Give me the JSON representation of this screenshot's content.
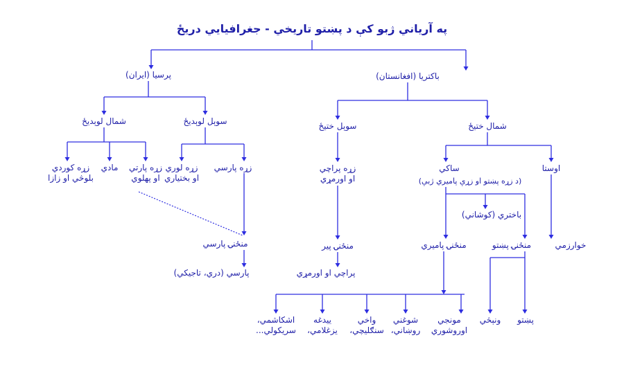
{
  "title": "په آریاني ژبو کې د پښتو تاریخي - جغرافیایي دریځ",
  "colors": {
    "line": "#2d2de0",
    "text": "#1f1fa8",
    "background": "#ffffff"
  },
  "nodes": {
    "persia": "پرسیا (ایران)",
    "bactria": "باکتریا (افغانستان)",
    "persia_north": "شمال لوېدیځ",
    "persia_south": "سوېل لوېدیځ",
    "bactria_south": "سوېل ختیځ",
    "bactria_north": "شمال ختیځ",
    "kurdish": [
      "زړه کوردي",
      "بلوڅي او زازا"
    ],
    "median": "مادي",
    "parthian": [
      "زړه پارتي",
      "او پهلوي"
    ],
    "old_lori": [
      "زړه لوري",
      "او بختیاري"
    ],
    "old_persian": "زړه پارسي",
    "old_paraci": [
      "زړه پراچي",
      "او اورمړي"
    ],
    "saki": "ساکي",
    "saki_note": "(د زړه پښتو او زړې پامیري ژبې)",
    "avesta": "اوستا",
    "bactrian": "باختري (کوشاني)",
    "middle_persian": "منځنۍ پارسي",
    "middle_paraci": "منځنۍ پیر",
    "middle_pamiri": "منځنۍ پامیري",
    "middle_pashto": "منځنۍ پښتو",
    "khwarazmi": "خوارزمي",
    "persian": "پارسي (دري، تاجیکي)",
    "paraci": "پراچي او اورمړي",
    "ishkashimi": [
      "اشکاشمي،",
      "سريکولي..."
    ],
    "yidgha": [
      "ییدغه",
      "یزغلامي،"
    ],
    "wakhi": [
      "واخي",
      "سنګلیچي،"
    ],
    "shughni": [
      "شوغني",
      "روښاني،"
    ],
    "munji": [
      "مونجي",
      "اوروشوري"
    ],
    "wanetsi": "ونېڅي",
    "pashto": "پښتو"
  }
}
